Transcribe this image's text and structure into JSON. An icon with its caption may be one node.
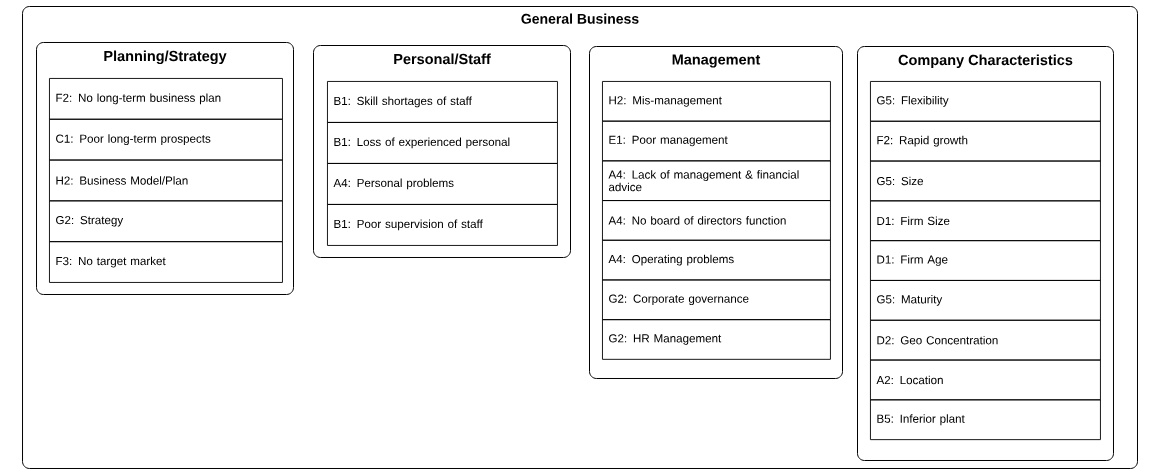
{
  "diagram": {
    "nodes": [
      {
        "text": [
          "General Business"
        ]
      },
      {
        "text": [
          "Planning/Strategy"
        ],
        "in": 0
      },
      {
        "text": [
          "F2: No long-term business plan"
        ],
        "in": 1
      },
      {
        "text": [
          "C1: Poor long-term prospects"
        ],
        "in": 1
      },
      {
        "text": [
          "H2: Business Model/Plan"
        ],
        "in": 1
      },
      {
        "text": [
          "G2: Strategy"
        ],
        "in": 1
      },
      {
        "text": [
          "F3: No target market"
        ],
        "in": 1
      },
      {
        "text": [
          "Personal/Staff"
        ],
        "in": 0
      },
      {
        "text": [
          "B1: Skill shortages of staff"
        ],
        "in": 7
      },
      {
        "text": [
          "B1: Loss of experienced personal"
        ],
        "in": 7
      },
      {
        "text": [
          "A4: Personal problems"
        ],
        "in": 7
      },
      {
        "text": [
          "B1: Poor supervision of staff"
        ],
        "in": 7
      },
      {
        "text": [
          "Management"
        ],
        "in": 0
      },
      {
        "text": [
          "H2: Mis-management"
        ],
        "in": 12
      },
      {
        "text": [
          "E1: Poor management"
        ],
        "in": 12
      },
      {
        "text": [
          "A4: Lack of management & financial advice"
        ],
        "in": 12
      },
      {
        "text": [
          "A4: No board of directors function"
        ],
        "in": 12
      },
      {
        "text": [
          "A4: Operating problems"
        ],
        "in": 12
      },
      {
        "text": [
          "G2: Corporate governance"
        ],
        "in": 12
      },
      {
        "text": [
          "G2: HR Management"
        ],
        "in": 12
      },
      {
        "text": [
          "Company Characteristics"
        ],
        "in": 0
      },
      {
        "text": [
          "G5: Flexibility"
        ],
        "in": 20
      },
      {
        "text": [
          "F2: Rapid growth"
        ],
        "in": 20
      },
      {
        "text": [
          "G5: Size"
        ],
        "in": 20
      },
      {
        "text": [
          "D1: Firm Size"
        ],
        "in": 20
      },
      {
        "text": [
          "D1: Firm Age"
        ],
        "in": 20
      },
      {
        "text": [
          "G5: Maturity"
        ],
        "in": 20
      },
      {
        "text": [
          "D2: Geo Concentration"
        ],
        "in": 20
      },
      {
        "text": [
          "A2: Location"
        ],
        "in": 20
      },
      {
        "text": [
          "B5: Inferior plant"
        ],
        "in": 20
      }
    ]
  }
}
